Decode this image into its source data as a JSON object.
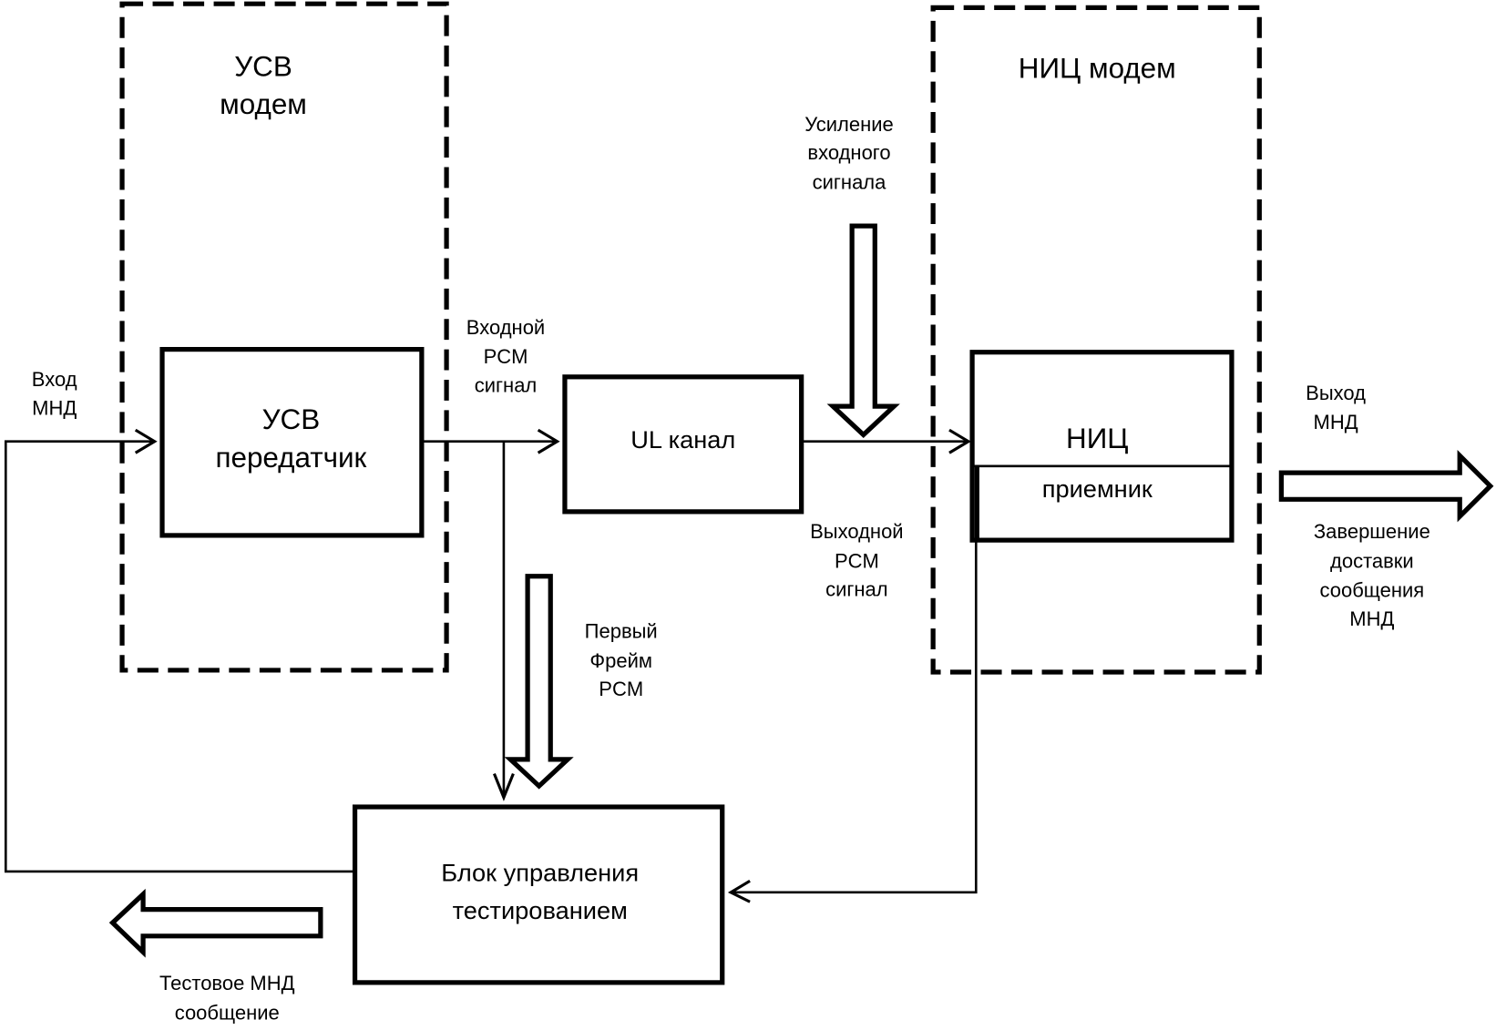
{
  "diagram": {
    "containers": {
      "usv_modem": {
        "label_line1": "УСВ",
        "label_line2": "модем"
      },
      "nic_modem": {
        "label": "НИЦ модем"
      }
    },
    "blocks": {
      "usv_transmitter": {
        "line1": "УСВ",
        "line2": "передатчик"
      },
      "ul_channel": {
        "label": "UL канал"
      },
      "nic_receiver": {
        "top": "НИЦ",
        "bottom": "приемник"
      },
      "test_control": {
        "line1": "Блок управления",
        "line2": "тестированием"
      }
    },
    "labels": {
      "mnd_input": [
        "Вход",
        "МНД"
      ],
      "input_pcm": [
        "Входной",
        "PCM",
        "сигнал"
      ],
      "input_gain": [
        "Усиление",
        "входного",
        "сигнала"
      ],
      "output_pcm": [
        "Выходной",
        "PCM",
        "сигнал"
      ],
      "first_frame": [
        "Первый",
        "Фрейм",
        "PCM"
      ],
      "mnd_output": [
        "Выход",
        "МНД"
      ],
      "delivery_complete": [
        "Завершение",
        "доставки",
        "сообщения",
        "МНД"
      ],
      "test_message": [
        "Тестовое МНД",
        "сообщение"
      ]
    }
  }
}
